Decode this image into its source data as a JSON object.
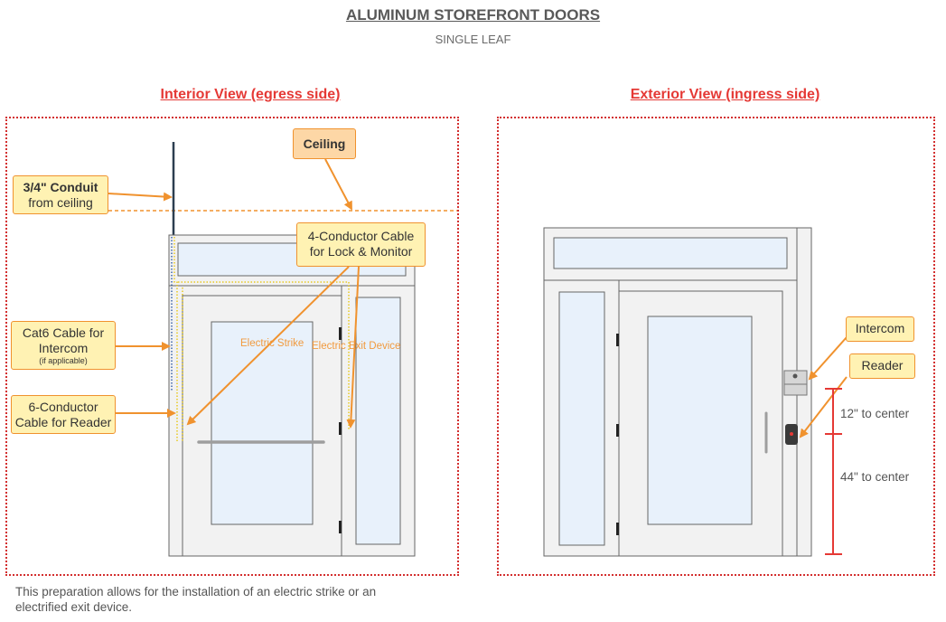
{
  "header": {
    "title": "ALUMINUM STOREFRONT DOORS",
    "subtitle": "SINGLE LEAF"
  },
  "interior": {
    "title": "Interior View (egress side)",
    "callouts": {
      "conduit_bold": "3/4\" Conduit",
      "conduit_rest": "from ceiling",
      "ceiling": "Ceiling",
      "four_conductor_1": "4-Conductor Cable",
      "four_conductor_2": "for Lock & Monitor",
      "cat6_1": "Cat6 Cable for",
      "cat6_2": "Intercom",
      "cat6_small": "(if applicable)",
      "six_conductor_1": "6-Conductor",
      "six_conductor_2": "Cable for Reader"
    },
    "labels": {
      "electric_strike": "Electric Strike",
      "electric_exit_device": "Electric Exit Device"
    }
  },
  "exterior": {
    "title": "Exterior View (ingress side)",
    "callouts": {
      "intercom": "Intercom",
      "reader": "Reader"
    },
    "measurements": {
      "upper": "12\" to center",
      "lower": "44\" to center"
    }
  },
  "footer": {
    "note_line1": "This preparation allows for the installation of an electric strike or an",
    "note_line2": "electrified exit device."
  },
  "colors": {
    "frame_dotted": "#d32f2f",
    "title_red": "#e53935",
    "callout_fill": "#fff2b3",
    "callout_border": "#f0922e",
    "arrow": "#f0922e",
    "glass": "#e8f1fb",
    "door_fill": "#f2f2f2",
    "dimension": "#e53935"
  }
}
